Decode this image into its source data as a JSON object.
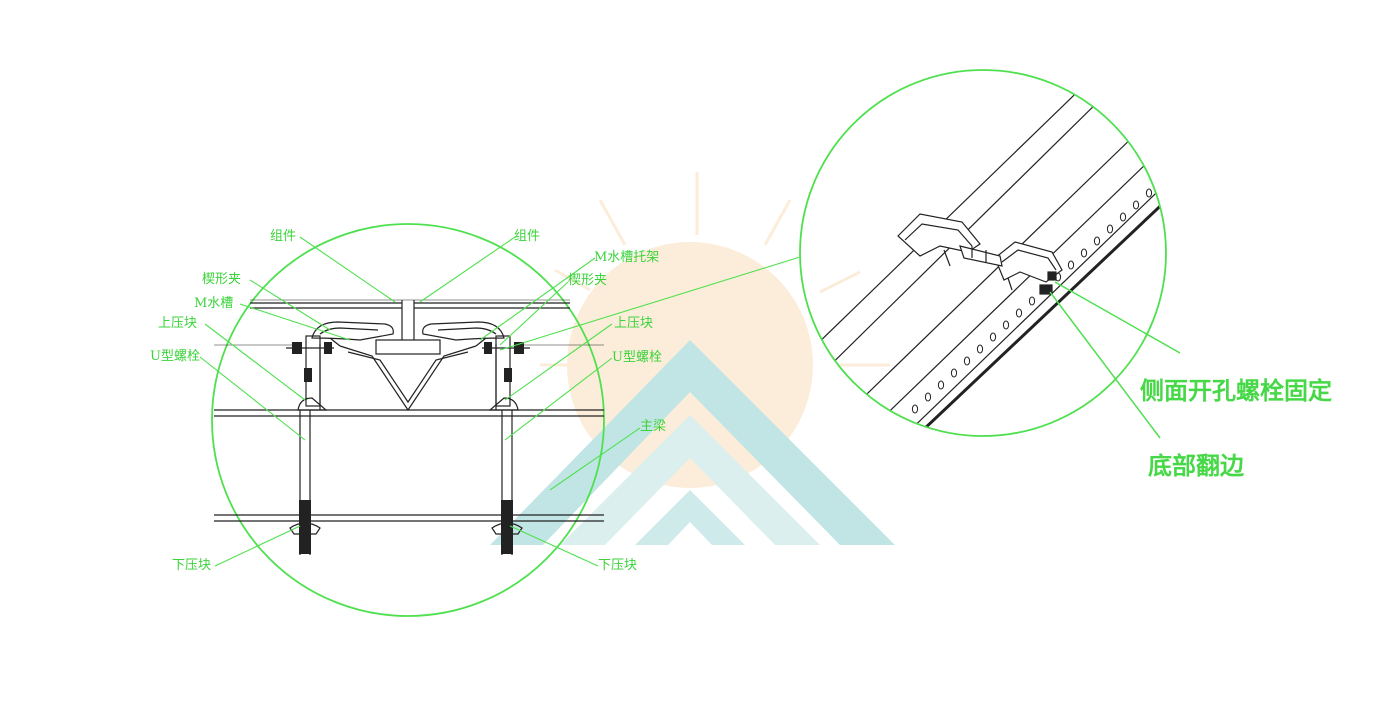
{
  "left_labels": {
    "module_left": "组件",
    "module_right": "组件",
    "wedge_clip_left": "楔形夹",
    "wedge_clip_right": "楔形夹",
    "m_trough": "M水槽",
    "m_trough_bracket": "M水槽托架",
    "upper_block_left": "上压块",
    "upper_block_right": "上压块",
    "u_bolt_left": "U型螺栓",
    "u_bolt_right": "U型螺栓",
    "main_beam": "主梁",
    "lower_block_left": "下压块",
    "lower_block_right": "下压块"
  },
  "right_labels": {
    "side_hole_bolt": "侧面开孔螺栓固定",
    "bottom_flange": "底部翻边"
  },
  "colors": {
    "label_green": "#3ad33a",
    "circle_green": "#4fe04f",
    "watermark_sun": "#f9c98a",
    "watermark_roof": "#7fc8c8"
  }
}
